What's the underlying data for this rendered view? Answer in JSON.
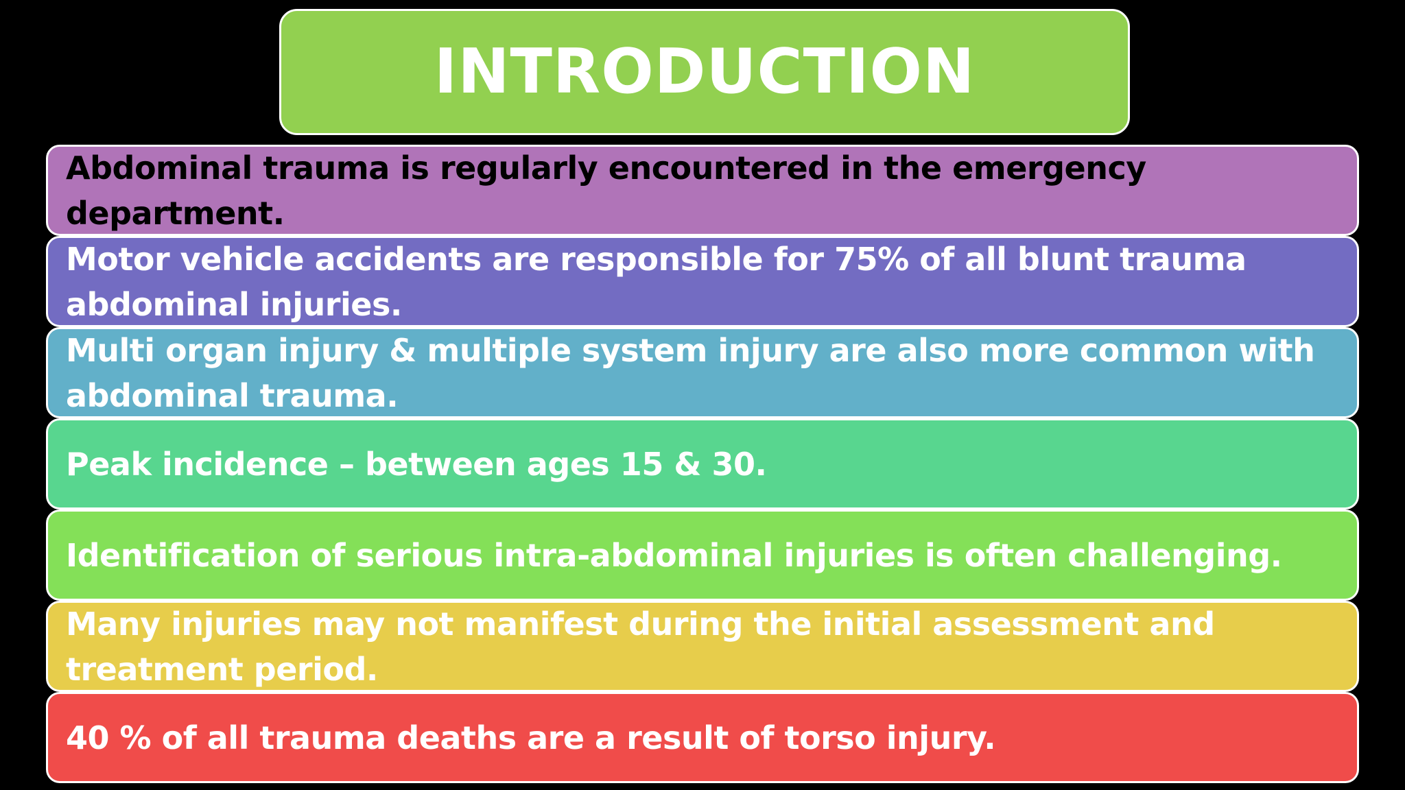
{
  "slide": {
    "title": "INTRODUCTION",
    "title_background": "#92d050",
    "title_text_color": "#ffffff",
    "points": [
      {
        "text": "Abdominal trauma is regularly encountered in the emergency department.",
        "background": "#b074b8",
        "text_color": "#000000"
      },
      {
        "text": "Motor vehicle accidents are responsible for 75% of all blunt trauma abdominal injuries.",
        "background": "#736cc2",
        "text_color": "#ffffff"
      },
      {
        "text": "Multi organ injury & multiple system injury are also more common with abdominal trauma.",
        "background": "#62b0c9",
        "text_color": "#ffffff"
      },
      {
        "text": "Peak incidence – between ages 15 & 30.",
        "background": "#58d68f",
        "text_color": "#ffffff"
      },
      {
        "text": "Identification of serious intra-abdominal injuries is often challenging.",
        "background": "#84e058",
        "text_color": "#ffffff"
      },
      {
        "text": "Many injuries may not manifest during the initial assessment and treatment period.",
        "background": "#e7cd4b",
        "text_color": "#ffffff"
      },
      {
        "text": "40 % of all trauma deaths are a result of torso injury.",
        "background": "#f04c4a",
        "text_color": "#ffffff"
      }
    ]
  }
}
